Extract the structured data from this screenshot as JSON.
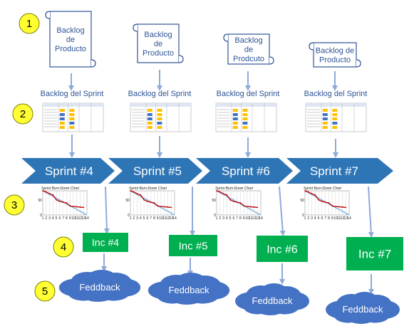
{
  "step_numbers": [
    "1",
    "2",
    "3",
    "4",
    "5"
  ],
  "colors": {
    "step_circle": "#ffff33",
    "scroll_stroke": "#2e5496",
    "arrow": "#8eaadb",
    "chevron": "#2e75b6",
    "increment": "#00b050",
    "cloud": "#4472c4",
    "burn_actual": "#c00000",
    "burn_ideal": "#9dc3e6"
  },
  "columns": [
    {
      "product_backlog": [
        "Backlog",
        "de",
        "Producto"
      ],
      "sprint_backlog_label": "Backlog del Sprint",
      "sprint_label": "Sprint #4",
      "burndown_title": "Sprint Burn-Down Chart",
      "increment_label": "Inc #4",
      "feedback_label": "Feddback"
    },
    {
      "product_backlog": [
        "Backlog",
        "de",
        "Producto"
      ],
      "sprint_backlog_label": "Backlog del Sprint",
      "sprint_label": "Sprint #5",
      "burndown_title": "Sprint Burn-Down Chart",
      "increment_label": "Inc #5",
      "feedback_label": "Feddback"
    },
    {
      "product_backlog": [
        "Backlog",
        "de",
        "Prodcuto"
      ],
      "sprint_backlog_label": "Backlog del Sprint",
      "sprint_label": "Sprint #6",
      "burndown_title": "Sprint Burn-Down Chart",
      "increment_label": "Inc #6",
      "feedback_label": "Feddback"
    },
    {
      "product_backlog": [
        "Backlog de",
        "Producto"
      ],
      "sprint_backlog_label": "Backlog del Sprint",
      "sprint_label": "Sprint #7",
      "burndown_title": "Sprint Burn-Down Chart",
      "increment_label": "Inc #7",
      "feedback_label": "Feddback"
    }
  ],
  "burndown": {
    "y_ticks": [
      "0",
      "50"
    ],
    "x_ticks": [
      "1",
      "2",
      "3",
      "4",
      "5",
      "6",
      "7",
      "8",
      "9",
      "10",
      "11",
      "12",
      "13",
      "14"
    ],
    "ideal": [
      80,
      0
    ],
    "actual": [
      80,
      76,
      70,
      66,
      50,
      45,
      42,
      40,
      30,
      28,
      27,
      26,
      25
    ]
  }
}
